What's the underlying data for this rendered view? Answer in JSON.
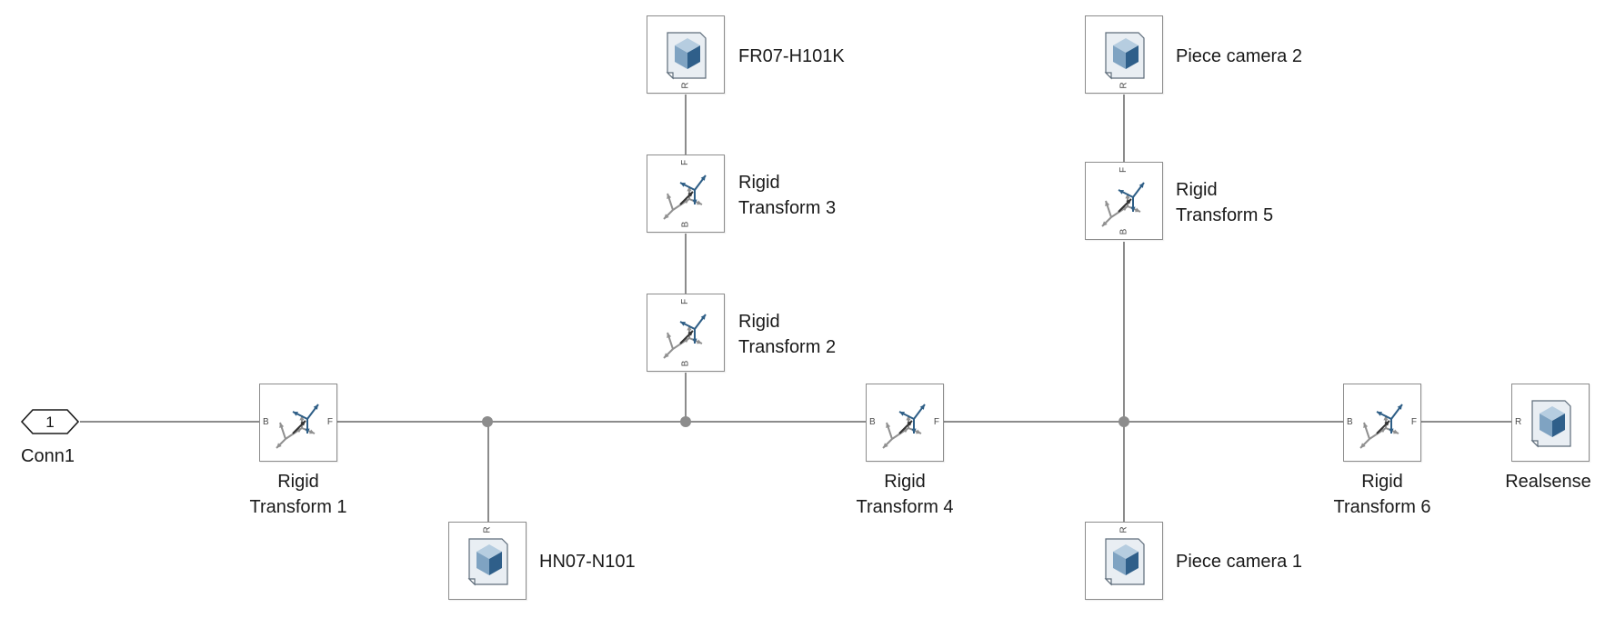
{
  "connector": {
    "number": "1",
    "label": "Conn1"
  },
  "ports": {
    "base": "B",
    "follower": "F",
    "reference": "R"
  },
  "blocks": {
    "rt1": {
      "line1": "Rigid",
      "line2": "Transform 1"
    },
    "rt2": {
      "line1": "Rigid",
      "line2": "Transform 2"
    },
    "rt3": {
      "line1": "Rigid",
      "line2": "Transform 3"
    },
    "rt4": {
      "line1": "Rigid",
      "line2": "Transform 4"
    },
    "rt5": {
      "line1": "Rigid",
      "line2": "Transform 5"
    },
    "rt6": {
      "line1": "Rigid",
      "line2": "Transform 6"
    },
    "hn07": {
      "label": "HN07-N101"
    },
    "fr07": {
      "label": "FR07-H101K"
    },
    "cam1": {
      "label": "Piece camera 1"
    },
    "cam2": {
      "label": "Piece camera 2"
    },
    "realsense": {
      "label": "Realsense"
    }
  },
  "colors": {
    "line": "#8c8c8c",
    "frame_blue": "#2e5e86",
    "frame_gray": "#909090",
    "solid_light": "#b6cde0",
    "solid_mid": "#7fa3c2",
    "solid_dark": "#2f5f8a"
  }
}
